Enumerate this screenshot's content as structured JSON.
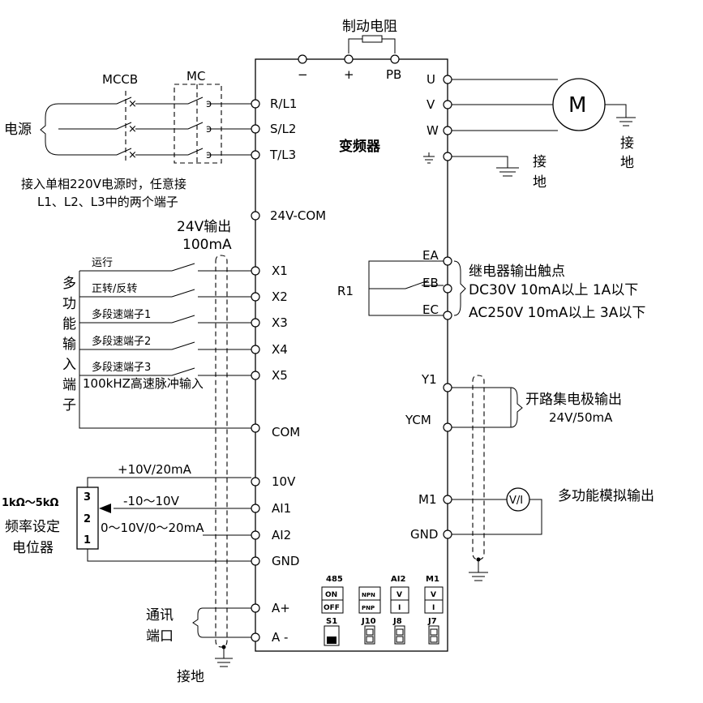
{
  "brake_resistor": {
    "label": "制动电阻",
    "terminals": [
      "−",
      "+",
      "PB"
    ]
  },
  "power_in": {
    "source_label": "电源",
    "mccb_label": "MCCB",
    "mc_label": "MC",
    "terminals": [
      "R/L1",
      "S/L2",
      "T/L3"
    ],
    "note_line1": "接入单相220V电源时，任意接",
    "note_line2": "L1、L2、L3中的两个端子"
  },
  "inverter": {
    "title": "变频器"
  },
  "motor": {
    "terminals": [
      "U",
      "V",
      "W"
    ],
    "symbol": "M",
    "ground_label": [
      "接",
      "地"
    ]
  },
  "inverter_ground": {
    "label": [
      "接",
      "地"
    ]
  },
  "supply_24v": {
    "terminal": "24V-COM",
    "label_line1": "24V输出",
    "label_line2": "100mA"
  },
  "digital_inputs": {
    "group_label": [
      "多",
      "功",
      "能",
      "输",
      "入",
      "端",
      "子"
    ],
    "terminals": [
      "X1",
      "X2",
      "X3",
      "X4",
      "X5"
    ],
    "functions": [
      "运行",
      "正转/反转",
      "多段速端子1",
      "多段速端子2",
      "多段速端子3"
    ],
    "x5_note": "100kHZ高速脉冲输入",
    "com": "COM"
  },
  "relay": {
    "name": "R1",
    "terminals": [
      "EA",
      "EB",
      "EC"
    ],
    "line1": "继电器输出触点",
    "line2": "DC30V  10mA以上  1A以下",
    "line3": "AC250V 10mA以上  3A以下"
  },
  "open_collector": {
    "terminals": [
      "Y1",
      "YCM"
    ],
    "label": "开路集电极输出",
    "rating": "24V/50mA"
  },
  "analog_out": {
    "terminals": [
      "M1",
      "GND"
    ],
    "meter": "V/I",
    "label": "多功能模拟输出"
  },
  "analog_in": {
    "terminals": [
      "10V",
      "AI1",
      "AI2",
      "GND"
    ],
    "ref_label": "+10V/20mA",
    "ai1_range": "-10～10V",
    "ai2_range": "0～10V/0～20mA",
    "pot_pins": [
      "3",
      "2",
      "1"
    ],
    "pot_line1": "1kΩ～5kΩ",
    "pot_line2": "频率设定",
    "pot_line3": "电位器"
  },
  "comm": {
    "label_line1": "通讯",
    "label_line2": "端口",
    "terminals": [
      "A+",
      "A -"
    ],
    "ground_label": "接地"
  },
  "jumpers": [
    {
      "title": "485",
      "top": "ON",
      "bottom": "OFF",
      "name": "S1"
    },
    {
      "title": "",
      "top": "NPN",
      "bottom": "PNP",
      "name": "J10"
    },
    {
      "title": "AI2",
      "top": "V",
      "bottom": "I",
      "name": "J8"
    },
    {
      "title": "M1",
      "top": "V",
      "bottom": "I",
      "name": "J7"
    }
  ]
}
